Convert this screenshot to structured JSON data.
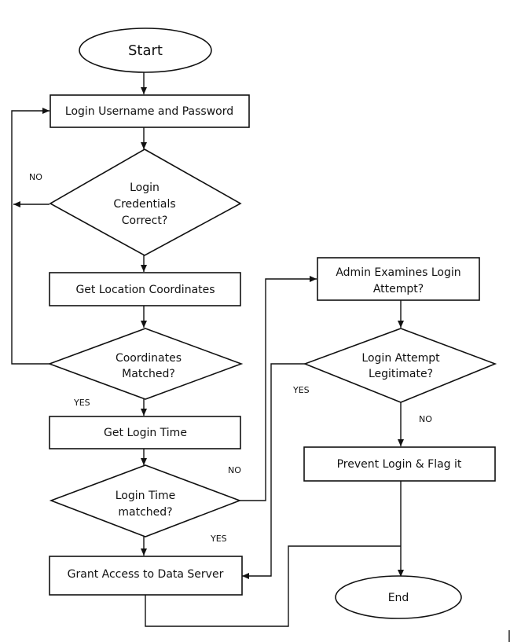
{
  "diagram": {
    "nodes": {
      "start": "Start",
      "login": "Login Username and Password",
      "credentials": [
        "Login",
        "Credentials",
        "Correct?"
      ],
      "location": "Get Location Coordinates",
      "coords": [
        "Coordinates",
        "Matched?"
      ],
      "time": "Get Login Time",
      "time_matched": [
        "Login Time",
        "matched?"
      ],
      "grant": "Grant Access to Data Server",
      "admin": [
        "Admin Examines Login",
        "Attempt?"
      ],
      "legit": [
        "Login Attempt",
        "Legitimate?"
      ],
      "prevent": "Prevent Login & Flag it",
      "end": "End"
    },
    "edge_labels": {
      "credentials_no": "NO",
      "coords_yes": "YES",
      "time_no": "NO",
      "time_yes": "YES",
      "legit_yes": "YES",
      "legit_no": "NO"
    }
  }
}
